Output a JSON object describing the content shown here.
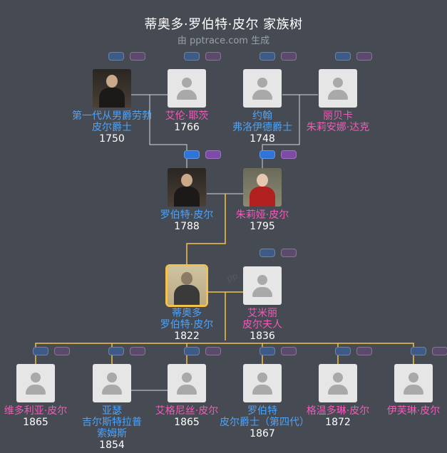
{
  "header": {
    "title": "蒂奥多·罗伯特·皮尔 家族树",
    "subtitle": "由 pptrace.com 生成",
    "watermark": "pp"
  },
  "colors": {
    "male": "#4fa3f7",
    "female": "#f25bb8",
    "line": "#d8d8d8",
    "lineHighlight": "#f3c14d"
  },
  "people": {
    "gf1": {
      "lines": [
        "第一代从男爵劳勃",
        "皮尔爵士"
      ],
      "year": "1750",
      "gender": "male",
      "avatar": "portrait-dark"
    },
    "gm1": {
      "lines": [
        "艾伦·耶茨"
      ],
      "year": "1766",
      "gender": "female",
      "avatar": "placeholder"
    },
    "gf2": {
      "lines": [
        "约翰",
        "弗洛伊德爵士"
      ],
      "year": "1748",
      "gender": "male",
      "avatar": "placeholder"
    },
    "gm2": {
      "lines": [
        "丽贝卡",
        "朱莉安娜·达克"
      ],
      "year": "",
      "gender": "female",
      "avatar": "placeholder"
    },
    "father": {
      "lines": [
        "罗伯特·皮尔"
      ],
      "year": "1788",
      "gender": "male",
      "avatar": "portrait-dark"
    },
    "mother": {
      "lines": [
        "朱莉娅·皮尔"
      ],
      "year": "1795",
      "gender": "female",
      "avatar": "portrait-lady"
    },
    "self": {
      "lines": [
        "蒂奥多",
        "罗伯特·皮尔"
      ],
      "year": "1822",
      "gender": "male",
      "avatar": "portrait-self"
    },
    "spouse": {
      "lines": [
        "艾米丽",
        "皮尔夫人"
      ],
      "year": "1836",
      "gender": "female",
      "avatar": "placeholder"
    },
    "c1": {
      "lines": [
        "维多利亚·皮尔"
      ],
      "year": "1865",
      "gender": "female",
      "avatar": "placeholder"
    },
    "c2": {
      "lines": [
        "亚瑟",
        "吉尔斯特拉普",
        "索姆斯"
      ],
      "year": "1854",
      "gender": "male",
      "avatar": "placeholder"
    },
    "c3": {
      "lines": [
        "艾格尼丝·皮尔"
      ],
      "year": "1865",
      "gender": "female",
      "avatar": "placeholder"
    },
    "c4": {
      "lines": [
        "罗伯特",
        "皮尔爵士（第四代）"
      ],
      "year": "1867",
      "gender": "male",
      "avatar": "placeholder"
    },
    "c5": {
      "lines": [
        "格温多琳·皮尔"
      ],
      "year": "1872",
      "gender": "female",
      "avatar": "placeholder"
    },
    "c6": {
      "lines": [
        "伊芙琳·皮尔"
      ],
      "year": "",
      "gender": "female",
      "avatar": "placeholder"
    }
  }
}
